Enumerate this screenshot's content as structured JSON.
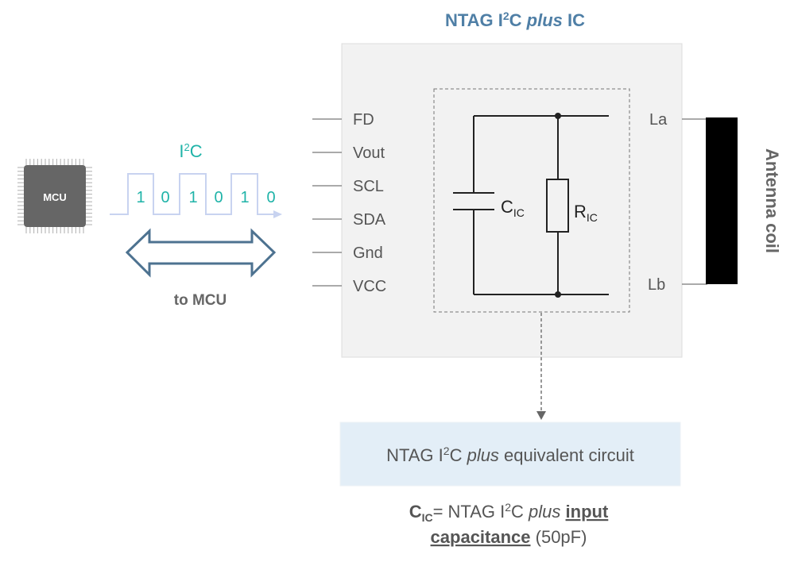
{
  "title": {
    "pre": "NTAG I",
    "sup": "2",
    "mid": "C ",
    "italic": "plus",
    "post": " IC"
  },
  "mcu": {
    "label": "MCU"
  },
  "i2c": {
    "label_pre": "I",
    "label_sup": "2",
    "label_post": "C",
    "bits": [
      "1",
      "0",
      "1",
      "0",
      "1",
      "0"
    ]
  },
  "bus_label": "to MCU",
  "pins_left": [
    "FD",
    "Vout",
    "SCL",
    "SDA",
    "Gnd",
    "VCC"
  ],
  "pins_right": [
    "La",
    "Lb"
  ],
  "antenna": "Antenna coil",
  "circuit": {
    "c_main": "C",
    "c_sub": "IC",
    "r_main": "R",
    "r_sub": "IC"
  },
  "equiv_box": {
    "pre": "NTAG I",
    "sup": "2",
    "mid": "C ",
    "italic": "plus",
    "post": " equivalent circuit"
  },
  "note": {
    "c_main": "C",
    "c_sub": "IC",
    "eq": "= NTAG I",
    "sup": "2",
    "mid": "C ",
    "italic": "plus",
    "u1": "input",
    "u2": "capacitance",
    "post": " (50pF)"
  },
  "colors": {
    "title": "#4f7fa6",
    "teal": "#1fb3a8",
    "arrow": "#4d7290",
    "box": "#f2f2f2",
    "equiv": "#e3eef7"
  }
}
